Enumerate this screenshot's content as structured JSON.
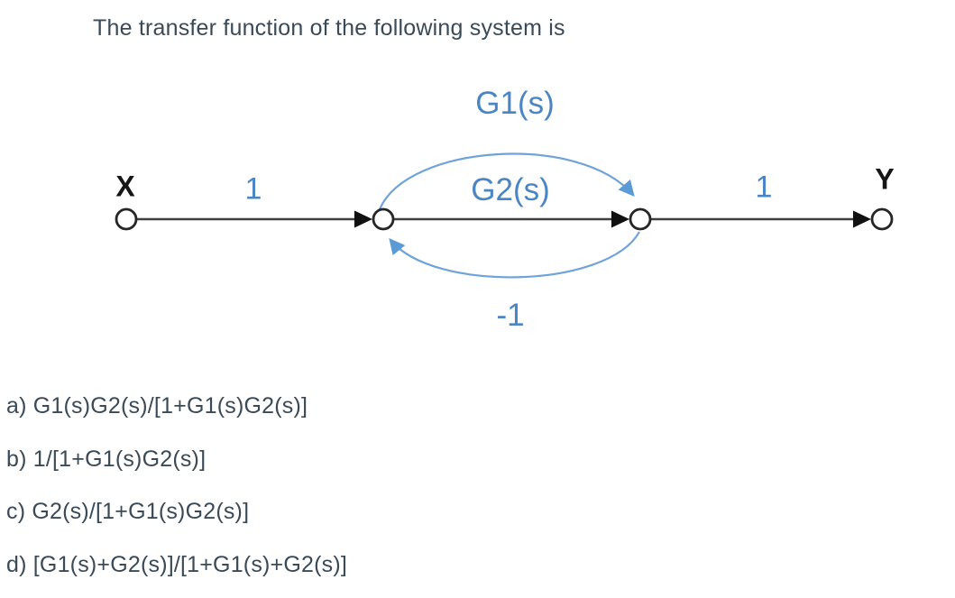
{
  "question": {
    "title": "The transfer function of the following system is"
  },
  "diagram": {
    "type": "signal-flow-graph",
    "input_node_label": "X",
    "output_node_label": "Y",
    "input_branch_gain": "1",
    "output_branch_gain": "1",
    "upper_branch_gain": "G1(s)",
    "middle_branch_gain": "G2(s)",
    "feedback_branch_gain": "-1",
    "structure": "X --1--> n1; n1 --G2(s)--> n2 (straight); n1 --G1(s)--> n2 (upper arc); n2 ---1--> n1 (lower feedback arc); n2 --1--> Y"
  },
  "options": [
    {
      "key": "a",
      "label": "a) G1(s)G2(s)/[1+G1(s)G2(s)]"
    },
    {
      "key": "b",
      "label": "b) 1/[1+G1(s)G2(s)]"
    },
    {
      "key": "c",
      "label": "c) G2(s)/[1+G1(s)G2(s)]"
    },
    {
      "key": "d",
      "label": "d) [G1(s)+G2(s)]/[1+G1(s)+G2(s)]"
    }
  ],
  "colors": {
    "accent_blue": "#4a85c4",
    "arc_blue": "#6fa3d9",
    "arrow_blue": "#5b9bd5",
    "line_dark": "#3f3f3f",
    "text_dark": "#3a4a57"
  }
}
